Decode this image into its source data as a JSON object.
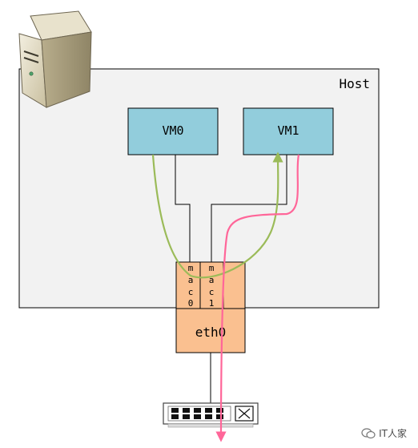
{
  "host": {
    "label": "Host"
  },
  "vms": [
    {
      "label": "VM0"
    },
    {
      "label": "VM1"
    }
  ],
  "nic": {
    "label": "eth0",
    "mac_slots": [
      {
        "chars": [
          "m",
          "a",
          "c",
          "0"
        ]
      },
      {
        "chars": [
          "m",
          "a",
          "c",
          "1"
        ]
      }
    ]
  },
  "watermark": {
    "text": "IT人家"
  },
  "colors": {
    "host_fill": "#f2f2f2",
    "vm_fill": "#92cddc",
    "nic_fill": "#fac090",
    "green_flow": "#9bbb59",
    "pink_flow": "#ff6699"
  },
  "icons": {
    "server": "server-icon",
    "switch": "network-switch-icon"
  }
}
